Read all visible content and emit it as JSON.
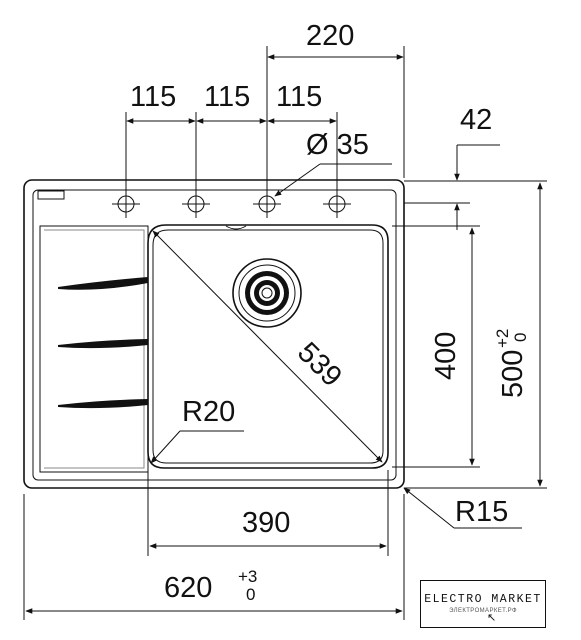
{
  "dimensions": {
    "top_spacing": "220",
    "hole_spacing_1": "115",
    "hole_spacing_2": "115",
    "hole_spacing_3": "115",
    "hole_diameter": "Ø 35",
    "rim_offset": "42",
    "bowl_diagonal": "539",
    "bowl_height": "400",
    "total_height": "500",
    "total_height_tol_upper": "+2",
    "total_height_tol_lower": "0",
    "inner_radius": "R20",
    "outer_radius": "R15",
    "bowl_width": "390",
    "total_width": "620",
    "total_width_tol_upper": "+3",
    "total_width_tol_lower": "0"
  },
  "logo": {
    "title": "ELECTRO MARKET",
    "subtitle": "ЭЛЕКТРОМАРКЕТ.РФ",
    "icon": "cursor-arrow-icon"
  }
}
